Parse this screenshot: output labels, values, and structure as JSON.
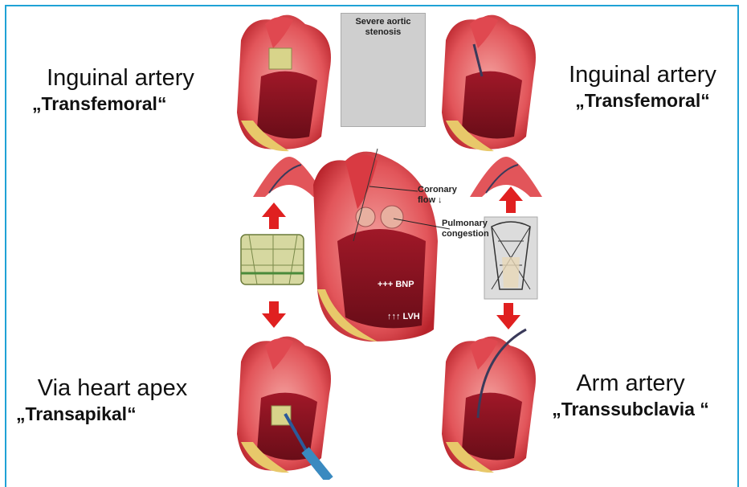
{
  "labels": {
    "top_left": {
      "main": "Inguinal artery",
      "sub": "„Transfemoral“"
    },
    "top_right": {
      "main": "Inguinal artery",
      "sub": "„Transfemoral“"
    },
    "bottom_left": {
      "main": "Via heart apex",
      "sub": "„Transapikal“"
    },
    "bottom_right": {
      "main": "Arm artery",
      "sub": "„Transsubclavia “"
    }
  },
  "center": {
    "inset_title": "Severe aortic\nstenosis",
    "coronary_flow": "Coronary\nflow ↓",
    "pulmonary_congestion": "Pulmonary\ncongestion",
    "bnp": "+++ BNP",
    "lvh": "↑↑↑ LVH"
  },
  "colors": {
    "border": "#1fa2d6",
    "heart_red": "#d8343a",
    "heart_pink": "#ee8a8a",
    "arrow_red": "#e02020",
    "fat_yellow": "#e8c86a"
  }
}
